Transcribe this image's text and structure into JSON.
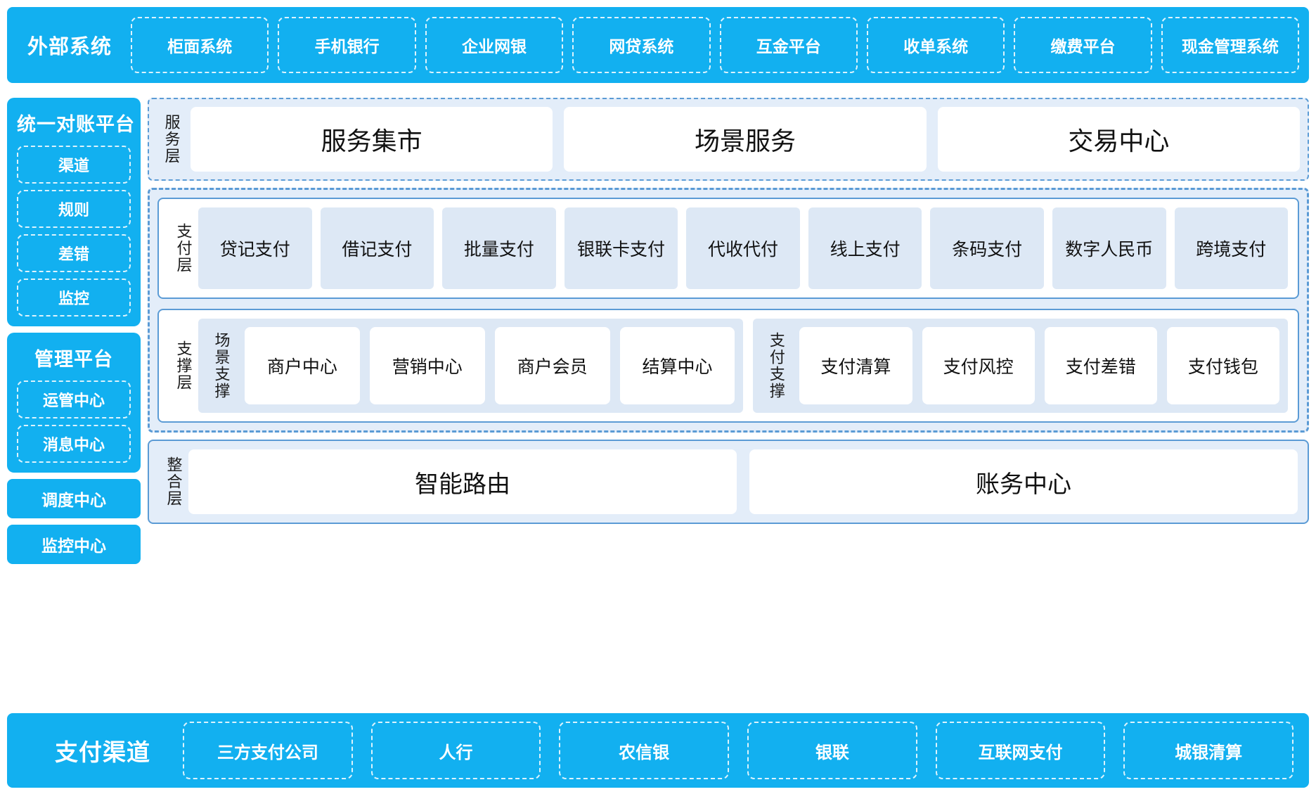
{
  "external": {
    "title": "外部系统",
    "items": [
      "柜面系统",
      "手机银行",
      "企业网银",
      "网贷系统",
      "互金平台",
      "收单系统",
      "缴费平台",
      "现金管理系统"
    ]
  },
  "left_rail": {
    "reconciliation": {
      "title": "统一对账平台",
      "items": [
        "渠道",
        "规则",
        "差错",
        "监控"
      ]
    },
    "management": {
      "title": "管理平台",
      "items": [
        "运管中心",
        "消息中心"
      ]
    },
    "standalone": [
      "调度中心",
      "监控中心"
    ]
  },
  "service_layer": {
    "label": "服务层",
    "items": [
      "服务集市",
      "场景服务",
      "交易中心"
    ]
  },
  "payment_layer": {
    "label": "支付层",
    "items": [
      "贷记支付",
      "借记支付",
      "批量支付",
      "银联卡支付",
      "代收代付",
      "线上支付",
      "条码支付",
      "数字人民币",
      "跨境支付"
    ]
  },
  "support_layer": {
    "label": "支撑层",
    "groups": [
      {
        "label": "场景支撑",
        "items": [
          "商户中心",
          "营销中心",
          "商户会员",
          "结算中心"
        ]
      },
      {
        "label": "支付支撑",
        "items": [
          "支付清算",
          "支付风控",
          "支付差错",
          "支付钱包"
        ]
      }
    ]
  },
  "integration_layer": {
    "label": "整合层",
    "items": [
      "智能路由",
      "账务中心"
    ]
  },
  "channels": {
    "title": "支付渠道",
    "items": [
      "三方支付公司",
      "人行",
      "农信银",
      "银联",
      "互联网支付",
      "城银清算"
    ]
  },
  "colors": {
    "brand_blue": "#12b0f0",
    "layer_border": "#5b9bd5",
    "layer_fill": "#e3edf9",
    "cell_fill": "#dde8f5"
  }
}
